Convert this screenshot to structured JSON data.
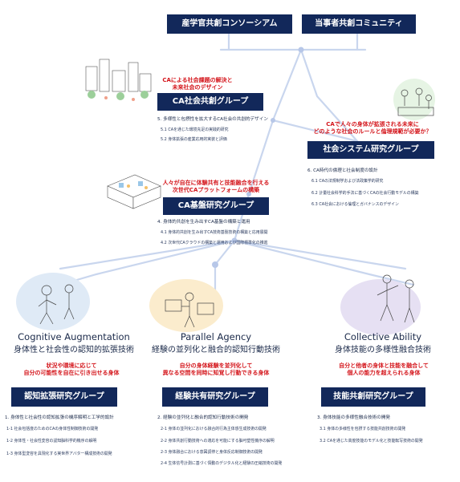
{
  "header": {
    "left_title": "産学官共創コンソーシアム",
    "right_title": "当事者共創コミュニティ"
  },
  "colors": {
    "navy": "#12285a",
    "red": "#d4151b",
    "line": "#c9d6ee",
    "dot": "#b7c7e8"
  },
  "ca_society": {
    "tagline": [
      "CAによる社会課題の解決と",
      "未来社会のデザイン"
    ],
    "group": "CA社会共創グループ",
    "item": "5. 多様性と包摂性を拡大するCA社会の共創的デザイン",
    "subs": [
      "5.1 CAを通じた環境充足の実践的研究",
      "5.2 身体拡張の産業応用的実装と評価"
    ]
  },
  "social_system": {
    "tagline": [
      "CAで人々の身体が拡張される未来に",
      "どのような社会のルールと倫理規範が必要か？"
    ],
    "group": "社会システム研究グループ",
    "item": "6. CA時代の倫理と社会制度の設計",
    "subs": [
      "6.1 CAの法規制学および法政策学的研究",
      "6.2 計量社会科学的手法に基づくCAの社会行動モデルの構築",
      "6.3 CA社会における倫理とガバナンスのデザイン"
    ]
  },
  "ca_platform": {
    "tagline": [
      "人々が自在に体験共有と技能融合を行える",
      "次世代CAプラットフォームの構築"
    ],
    "group": "CA基盤研究グループ",
    "item": "4. 身体的共創を生み出すCA基盤の構築と運用",
    "subs": [
      "4.1 身体的共創を生み出すCA技術基盤技術の構築と応用展開",
      "4.2 次世代CAクラウドの構築と運用および国際標準化の推進"
    ]
  },
  "cognitive": {
    "en": "Cognitive Augmentation",
    "jp": "身体性と社会性の認知的拡張技術",
    "tagline": [
      "状況や環境に応じて",
      "自分の可能性を自在に引き出せる身体"
    ],
    "group": "認知拡張研究グループ",
    "item": "1. 身体性と社会性の認知拡張の機序解明と工学的設計",
    "subs": [
      "1-1 社会包括度のためのCAの身体性制御技術の開発",
      "1-2 身体性・社会性変容の認知脳科学的機序の解明",
      "1-3 身体型変容を具現化する実世界アバター構成技術の開発"
    ]
  },
  "parallel": {
    "en": "Parallel Agency",
    "jp": "経験の並列化と融合的認知行動技術",
    "tagline": [
      "自分の身体経験を並列化して",
      "異なる空間を同時に知覚し行動できる身体"
    ],
    "group": "経験共有研究グループ",
    "item": "2. 経験の並列化と融合的認知行動技術の開発",
    "subs": [
      "2-1 身体の並列化における融合的行為主体感生成技術の開発",
      "2-2 身体共創行動技術への適応を可能にする脳可塑性機序の解明",
      "2-3 身体融合における意図調停と身体反応制御技術の開発",
      "2-4 生体信号計測に基づく情動のデジタル化と経験の圧縮技術の開発"
    ]
  },
  "collective": {
    "en": "Collective Ability",
    "jp": "身体技能の多様性融合技術",
    "tagline": [
      "自分と他者の身体と技能を融合して",
      "個人の能力を超えられる身体"
    ],
    "group": "技能共創研究グループ",
    "item": "3. 身体技能の多様性融合技術の開発",
    "subs": [
      "3.1 身体の多様性を包摂する技能共創技術の開発",
      "3.2 CAを通じた高度技能のモデル化と技能転写技術の開発"
    ]
  }
}
